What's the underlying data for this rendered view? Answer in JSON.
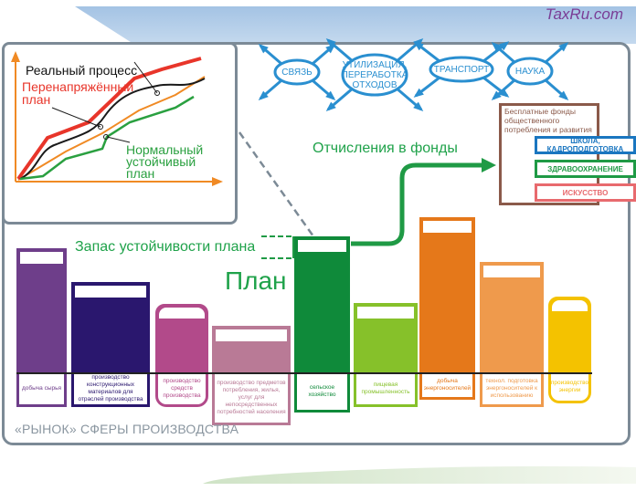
{
  "watermark": "TaxRu.com",
  "inset_chart": {
    "labels": {
      "real": "Реальный процесс",
      "overstrained_line1": "Перенапряжённый",
      "overstrained_line2": "план",
      "normal_line1": "Нормальный",
      "normal_line2": "устойчивый",
      "normal_line3": "план"
    },
    "colors": {
      "real": "#1a1a1a",
      "overstrained": "#e8352a",
      "normal": "#2aa040",
      "axis": "#f08a24"
    }
  },
  "infrastructure": [
    {
      "label": "СВЯЗЬ"
    },
    {
      "label": "УТИЛИЗАЦИЯ, ПЕРЕРАБОТКА ОТХОДОВ"
    },
    {
      "label": "ТРАНСПОРТ"
    },
    {
      "label": "НАУКА"
    }
  ],
  "funds": {
    "title": "Бесплатные фонды общественного потребления и развития",
    "items": [
      {
        "label": "ШКОЛА, КАДРОПОДГОТОВКА",
        "color": "#1a76c0"
      },
      {
        "label": "ЗДРАВООХРАНЕНИЕ",
        "color": "#1f9a45"
      },
      {
        "label": "ИСКУССТВО",
        "color": "#e86a6e"
      }
    ]
  },
  "allocations_label": "Отчисления в фонды",
  "reserve_label": "Запас устойчивости плана",
  "plan_label": "План",
  "market_label": "«РЫНОК» СФЕРЫ ПРОИЗВОДСТВА",
  "sectors": [
    {
      "label": "добыча сырья",
      "color": "#6e3e8a",
      "label_color": "#6e3e8a"
    },
    {
      "label": "производство конструкционных материалов для отраслей производства",
      "color": "#2a176e",
      "label_color": "#2a176e"
    },
    {
      "label": "производство средств производства",
      "color": "#b24a8a",
      "label_color": "#b24a8a"
    },
    {
      "label": "производство предметов потребления, жилья, услуг для непосредственных потребностей населения",
      "color": "#b97a96",
      "label_color": "#b97a96"
    },
    {
      "label": "сельское хозяйство",
      "color": "#0f8a3a",
      "label_color": "#0f8a3a"
    },
    {
      "label": "пищевая промышленность",
      "color": "#86c12a",
      "label_color": "#86c12a"
    },
    {
      "label": "добыча энергоносителей",
      "color": "#e5781a",
      "label_color": "#e5781a"
    },
    {
      "label": "технол. подготовка энергоносителей к использованию",
      "color": "#ef9a4c",
      "label_color": "#ef9a4c"
    },
    {
      "label": "производство энергии",
      "color": "#f4c200",
      "label_color": "#f4c200"
    }
  ]
}
